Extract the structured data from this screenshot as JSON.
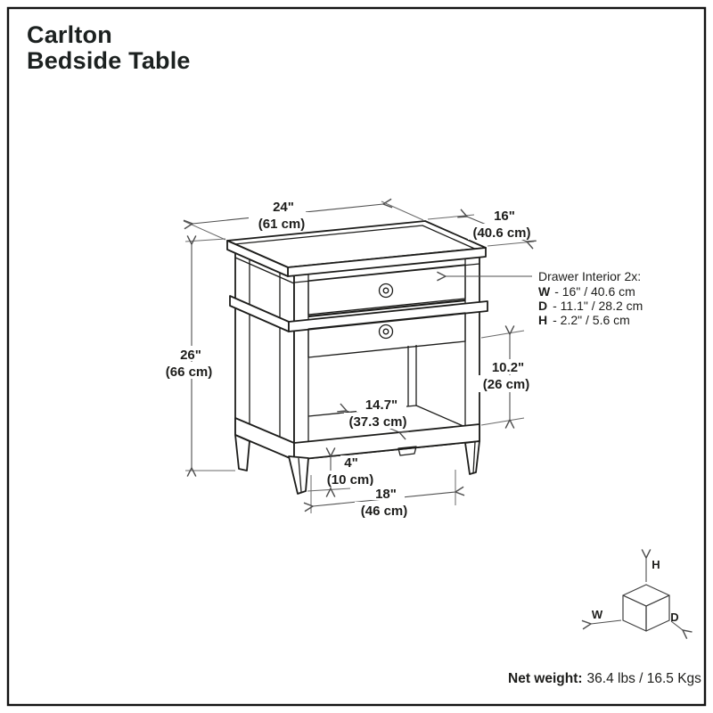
{
  "title": {
    "line1": "Carlton",
    "line2": "Bedside Table"
  },
  "dimensions": {
    "width": {
      "in": "24\"",
      "cm": "(61 cm)"
    },
    "depth": {
      "in": "16\"",
      "cm": "(40.6 cm)"
    },
    "height": {
      "in": "26\"",
      "cm": "(66 cm)"
    },
    "opening_height": {
      "in": "10.2\"",
      "cm": "(26 cm)"
    },
    "shelf_depth": {
      "in": "14.7\"",
      "cm": "(37.3 cm)"
    },
    "leg_height": {
      "in": "4\"",
      "cm": "(10 cm)"
    },
    "leg_span": {
      "in": "18\"",
      "cm": "(46 cm)"
    }
  },
  "drawer_callout": {
    "heading": "Drawer Interior 2x:",
    "rows": [
      {
        "key": "W",
        "value": "- 16\" / 40.6 cm"
      },
      {
        "key": "D",
        "value": "- 11.1\" / 28.2 cm"
      },
      {
        "key": "H",
        "value": "- 2.2\" / 5.6 cm"
      }
    ]
  },
  "axis_cube": {
    "h": "H",
    "w": "W",
    "d": "D"
  },
  "footer": {
    "net_weight_label": "Net weight:",
    "net_weight_value": "36.4 lbs / 16.5 Kgs"
  },
  "colors": {
    "line": "#1d1d1b",
    "dimension_line": "#4f4f4f",
    "background": "#ffffff"
  }
}
